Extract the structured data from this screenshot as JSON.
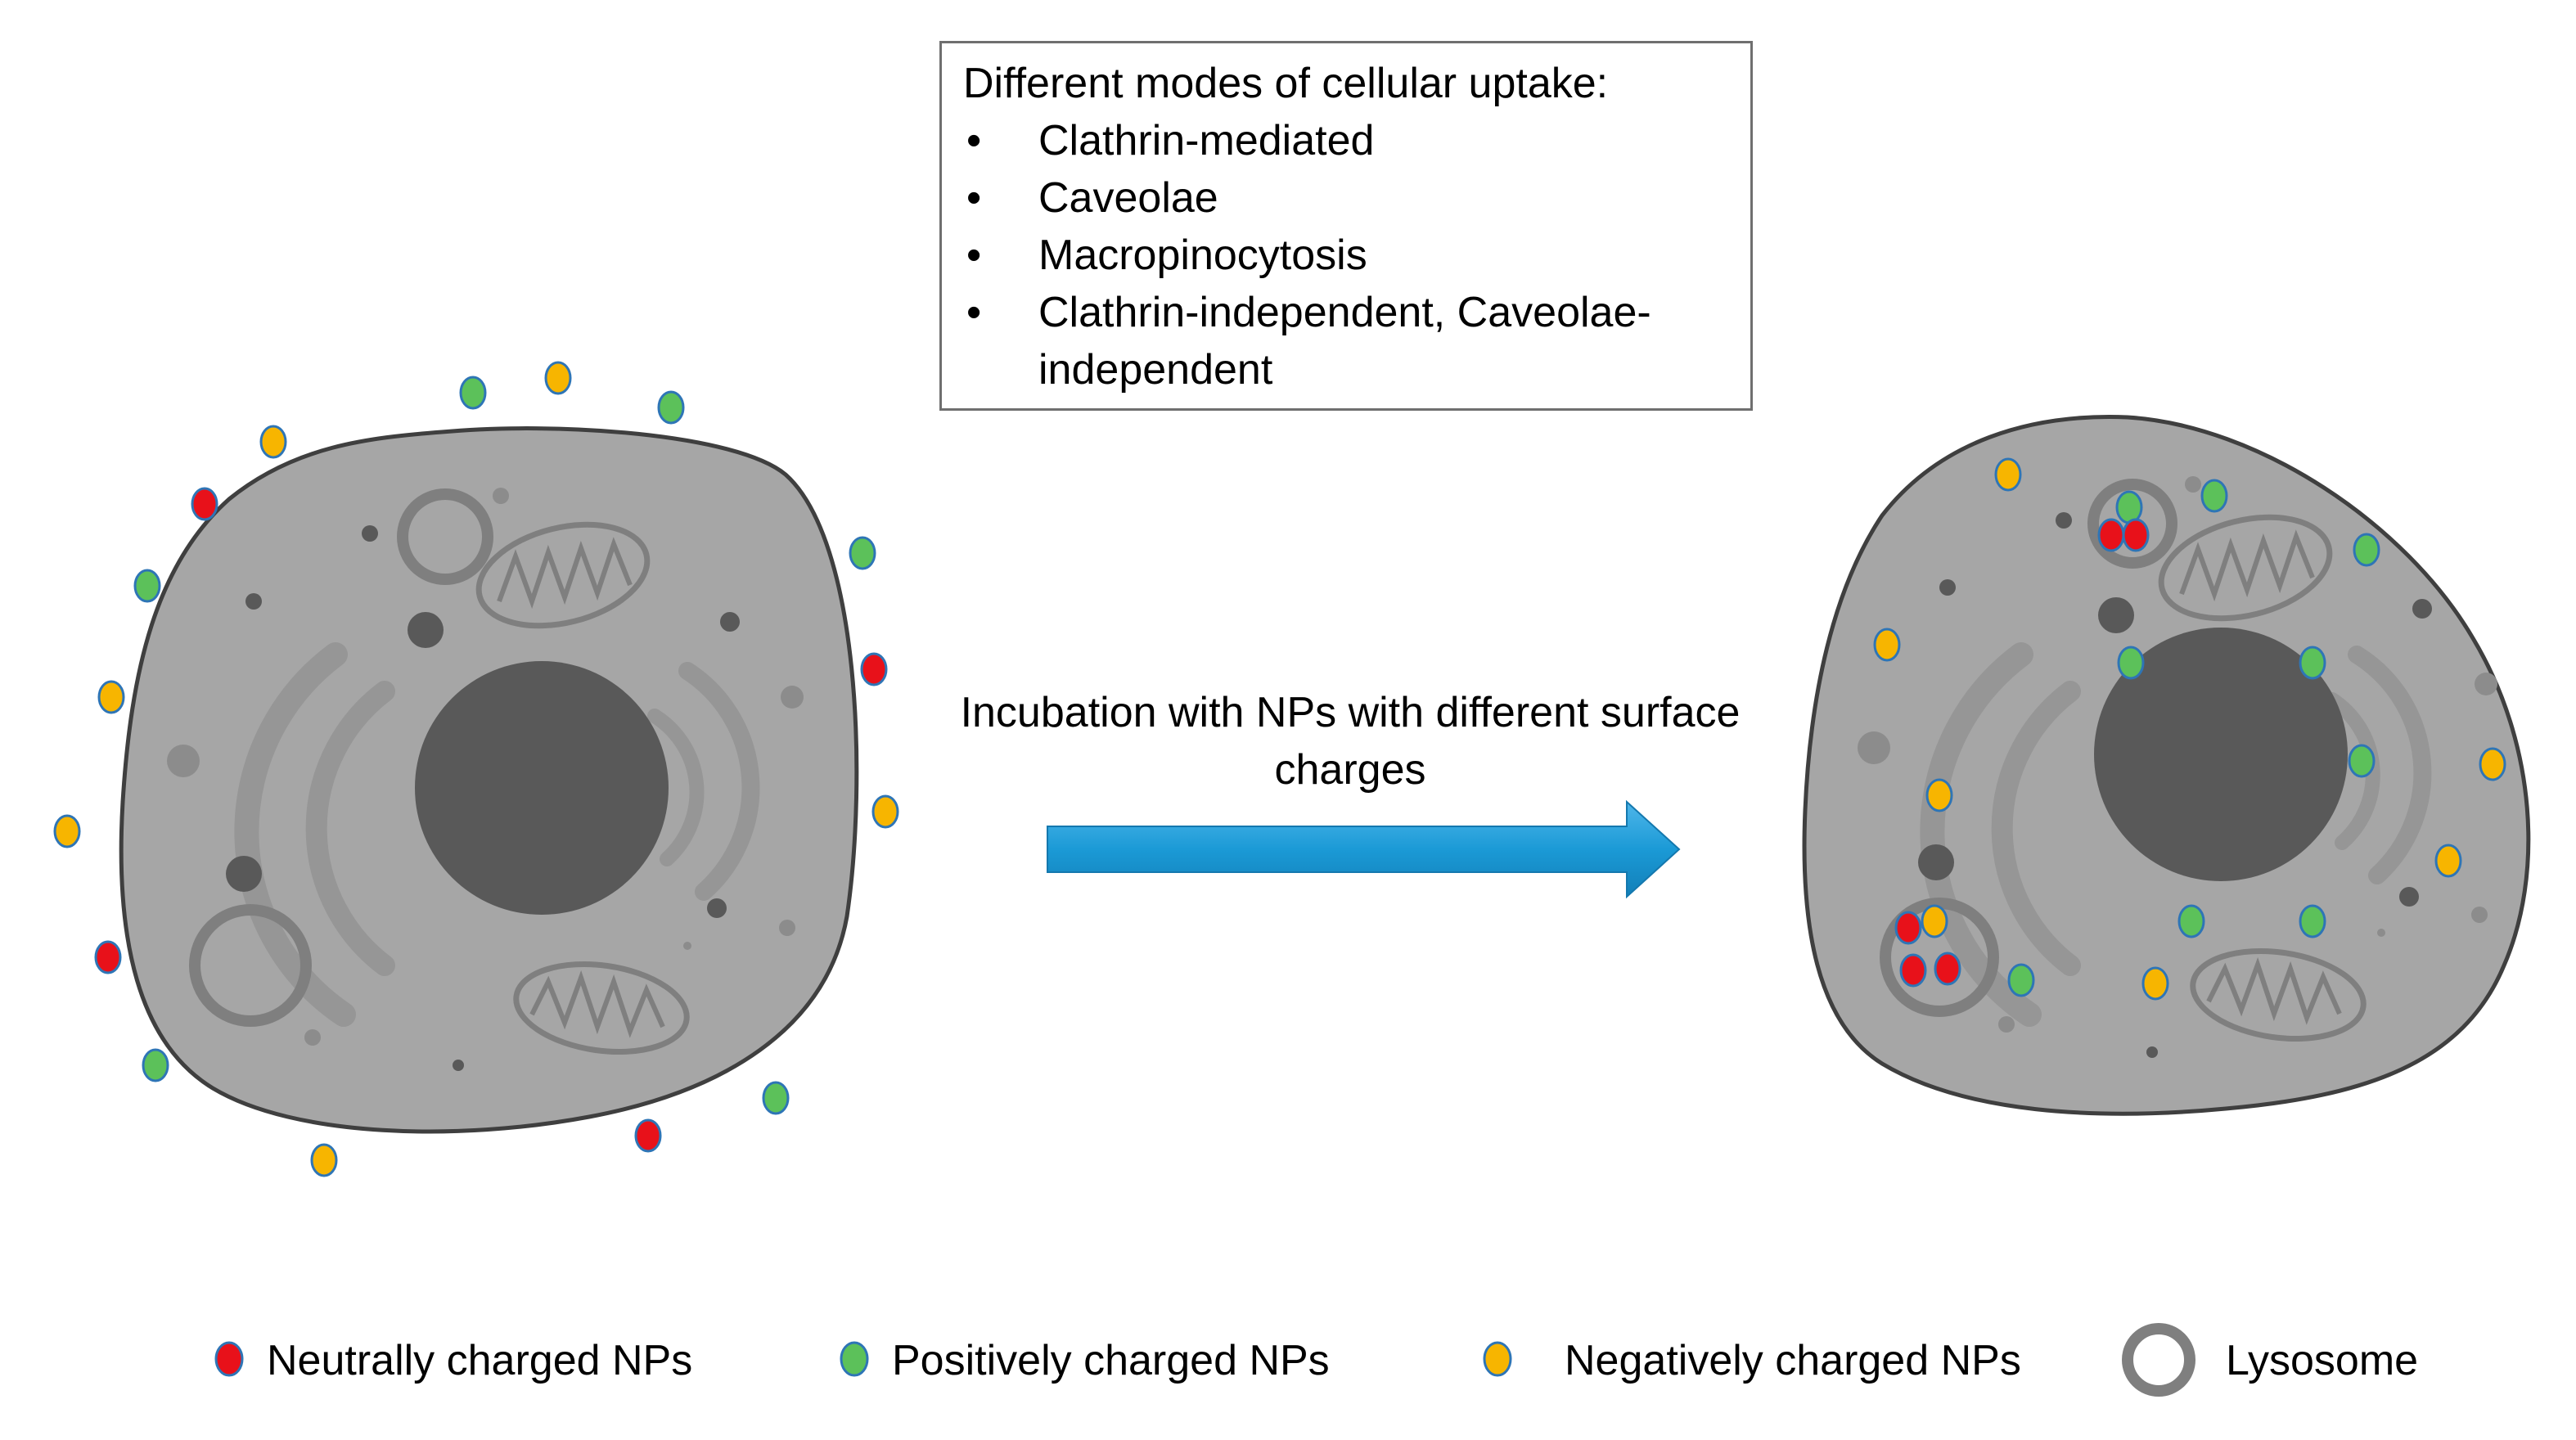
{
  "modes_box": {
    "title": "Different modes of cellular uptake:",
    "items": [
      "Clathrin-mediated",
      "Caveolae",
      "Macropinocytosis",
      "Clathrin-independent, Caveolae-independent"
    ],
    "bullet": "•"
  },
  "arrow": {
    "label": "Incubation with NPs with different surface charges",
    "color": "#1B9AD6"
  },
  "legend": {
    "neutral": "Neutrally charged NPs",
    "positive": "Positively charged NPs",
    "negative": "Negatively charged NPs",
    "lysosome": "Lysosome"
  },
  "colors": {
    "neutral_np": "#E8111A",
    "positive_np": "#5CC15A",
    "negative_np": "#F7B500",
    "np_outline": "#2E75B6",
    "cytoplasm": "#A6A6A6",
    "cell_outline": "#3F3F3F",
    "nucleus": "#595959",
    "organelle": "#808080",
    "lysosome_ring": "#7F7F7F"
  }
}
